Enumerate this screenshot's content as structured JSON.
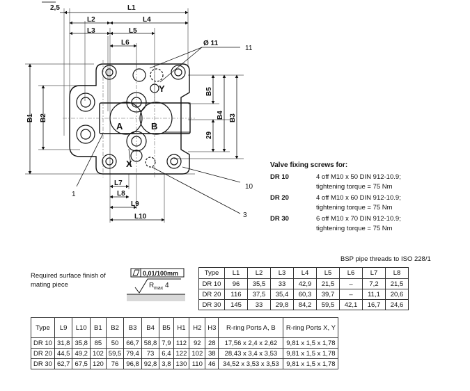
{
  "drawing": {
    "dim_labels": {
      "l1": "L1",
      "l2": "L2",
      "l3": "L3",
      "l4": "L4",
      "l5": "L5",
      "l6": "L6",
      "l7": "L7",
      "l8": "L8",
      "l9": "L9",
      "l10": "L10",
      "b1": "B1",
      "b2": "B2",
      "b3": "B3",
      "b4": "B4",
      "b5": "B5",
      "twentynine": "29",
      "twofive": "2,5",
      "hole_dia": "Ø 11"
    },
    "ports": {
      "a": "A",
      "b": "B",
      "x": "X",
      "y": "Y"
    },
    "callouts": {
      "c1": "1",
      "c3": "3",
      "c10": "10",
      "c11": "11"
    }
  },
  "valve_screws": {
    "heading": "Valve fixing screws for:",
    "rows": [
      {
        "type": "DR 10",
        "line1": "4 off M10 x 50 DIN 912-10.9;",
        "line2": "tightening torque = 75 Nm"
      },
      {
        "type": "DR 20",
        "line1": "4 off M10 x 60 DIN 912-10.9;",
        "line2": "tightening torque = 75 Nm"
      },
      {
        "type": "DR 30",
        "line1": "6 off M10 x 70 DIN 912-10.9;",
        "line2": "tightening torque = 75 Nm"
      }
    ]
  },
  "bsp_note": "BSP pipe threads to ISO 228/1",
  "surface_finish": {
    "text": "Required surface finish of mating piece",
    "flatness": "0,01/100mm",
    "roughness_r": "R",
    "roughness_sub": "max",
    "roughness_val": "4"
  },
  "table1": {
    "headers": [
      "Type",
      "L1",
      "L2",
      "L3",
      "L4",
      "L5",
      "L6",
      "L7",
      "L8"
    ],
    "rows": [
      [
        "DR 10",
        "96",
        "35,5",
        "33",
        "42,9",
        "21,5",
        "–",
        "7,2",
        "21,5"
      ],
      [
        "DR 20",
        "116",
        "37,5",
        "35,4",
        "60,3",
        "39,7",
        "–",
        "11,1",
        "20,6"
      ],
      [
        "DR 30",
        "145",
        "33",
        "29,8",
        "84,2",
        "59,5",
        "42,1",
        "16,7",
        "24,6"
      ]
    ]
  },
  "table2": {
    "headers": [
      "Type",
      "L9",
      "L10",
      "B1",
      "B2",
      "B3",
      "B4",
      "B5",
      "H1",
      "H2",
      "H3",
      "R-ring Ports A, B",
      "R-ring Ports X, Y"
    ],
    "rows": [
      [
        "DR 10",
        "31,8",
        "35,8",
        "85",
        "50",
        "66,7",
        "58,8",
        "7,9",
        "112",
        "92",
        "28",
        "17,56 x 2,4 x 2,62",
        "9,81 x 1,5 x 1,78"
      ],
      [
        "DR 20",
        "44,5",
        "49,2",
        "102",
        "59,5",
        "79,4",
        "73",
        "6,4",
        "122",
        "102",
        "38",
        "28,43 x 3,4 x 3,53",
        "9,81 x 1,5 x 1,78"
      ],
      [
        "DR 30",
        "62,7",
        "67,5",
        "120",
        "76",
        "96,8",
        "92,8",
        "3,8",
        "130",
        "110",
        "46",
        "34,52 x 3,53 x 3,53",
        "9,81 x 1,5 x 1,78"
      ]
    ]
  }
}
